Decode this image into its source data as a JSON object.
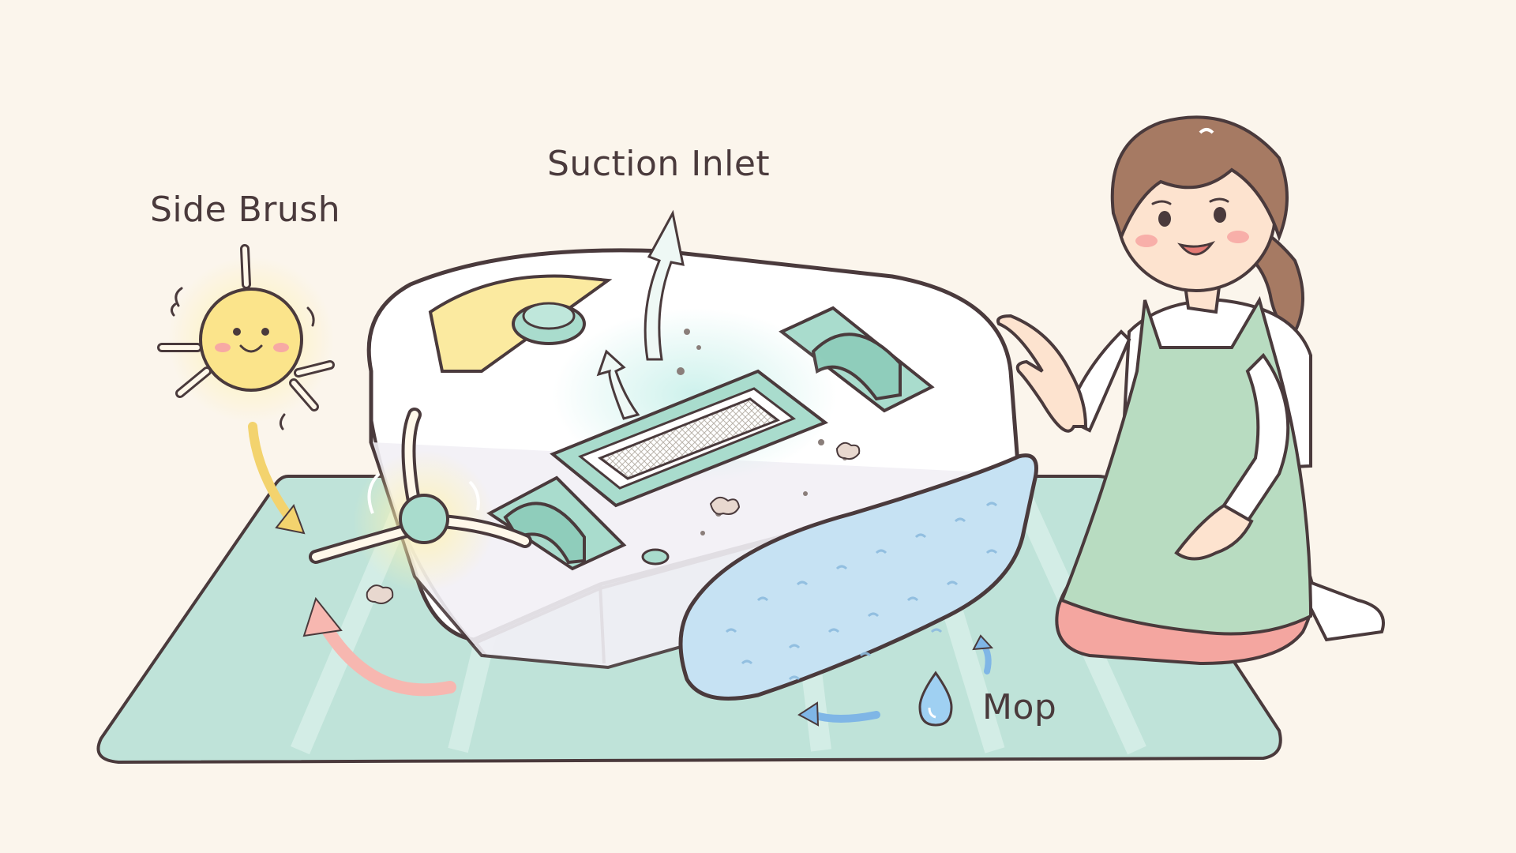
{
  "labels": {
    "side_brush": "Side Brush",
    "suction_inlet": "Suction Inlet",
    "mop": "Mop"
  },
  "colors": {
    "background": "#fbf5ec",
    "outline": "#4a3a3c",
    "mint": "#a9dccd",
    "mat": "#bfe3d9",
    "mop_blue": "#c6e2f3",
    "sun_yellow": "#fbe48b",
    "skin": "#fde3cf",
    "hair": "#a67a63",
    "apron": "#b8dcc1",
    "pants": "#f4a6a0",
    "arrow_blue": "#7fb6e6",
    "arrow_pink": "#f7b7b0",
    "arrow_yellow": "#f3d36e"
  },
  "icons": [
    "sun-brush-icon",
    "water-drop-icon",
    "airflow-arrow-icon"
  ]
}
